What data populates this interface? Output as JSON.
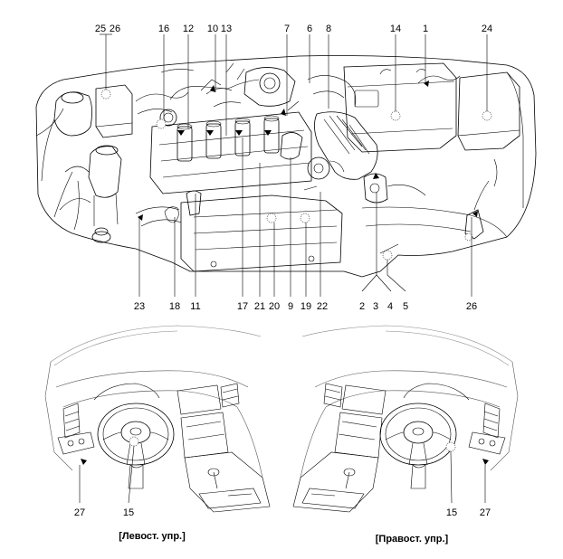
{
  "engine_callouts": {
    "top": [
      "25",
      "26",
      "16",
      "12",
      "10",
      "13",
      "7",
      "6",
      "8",
      "14",
      "1",
      "24"
    ],
    "bottom": [
      "23",
      "18",
      "11",
      "17",
      "21",
      "20",
      "9",
      "19",
      "22",
      "2",
      "3",
      "4",
      "5",
      "26"
    ]
  },
  "dashboard_lhd": {
    "callouts": [
      "27",
      "15"
    ],
    "caption": "[Левост. упр.]"
  },
  "dashboard_rhd": {
    "callouts": [
      "15",
      "27"
    ],
    "caption": "[Правост. упр.]"
  }
}
